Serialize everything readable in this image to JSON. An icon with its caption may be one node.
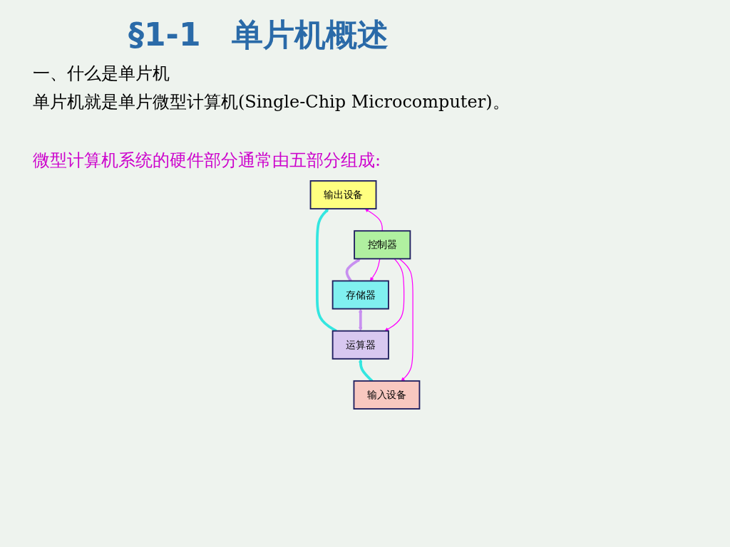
{
  "diagram": {
    "title": "§1-1　单片机概述",
    "nodes": [
      {
        "text": [
          "输入设备"
        ]
      },
      {
        "text": [
          "运算器"
        ]
      },
      {
        "text": [
          "输出设备"
        ]
      },
      {
        "text": [
          "控制器"
        ]
      },
      {
        "text": [
          "存储器"
        ]
      }
    ],
    "edges": [
      {
        "from": 0,
        "to": 1,
        "arrow": "to",
        "style": "thick",
        "color": "#33e6e0"
      },
      {
        "from": 1,
        "to": 2,
        "arrow": "to",
        "style": "thick",
        "color": "#33e6e0"
      },
      {
        "from": 1,
        "to": 4,
        "arrow": "both",
        "style": "thick",
        "color": "#c890f0"
      },
      {
        "from": 4,
        "to": 3,
        "arrow": "to",
        "style": "thick",
        "color": "#c890f0"
      },
      {
        "from": 3,
        "to": 0,
        "arrow": "to"
      },
      {
        "from": 3,
        "to": 1,
        "arrow": "to"
      },
      {
        "from": 3,
        "to": 4,
        "arrow": "to"
      },
      {
        "from": 3,
        "to": 2,
        "arrow": "to"
      }
    ],
    "labels": [
      "一、什么是单片机",
      "单片机就是单片微型计算机(Single-Chip Microcomputer)。",
      "微型计算机系统的硬件部分通常由五部分组成:"
    ]
  }
}
